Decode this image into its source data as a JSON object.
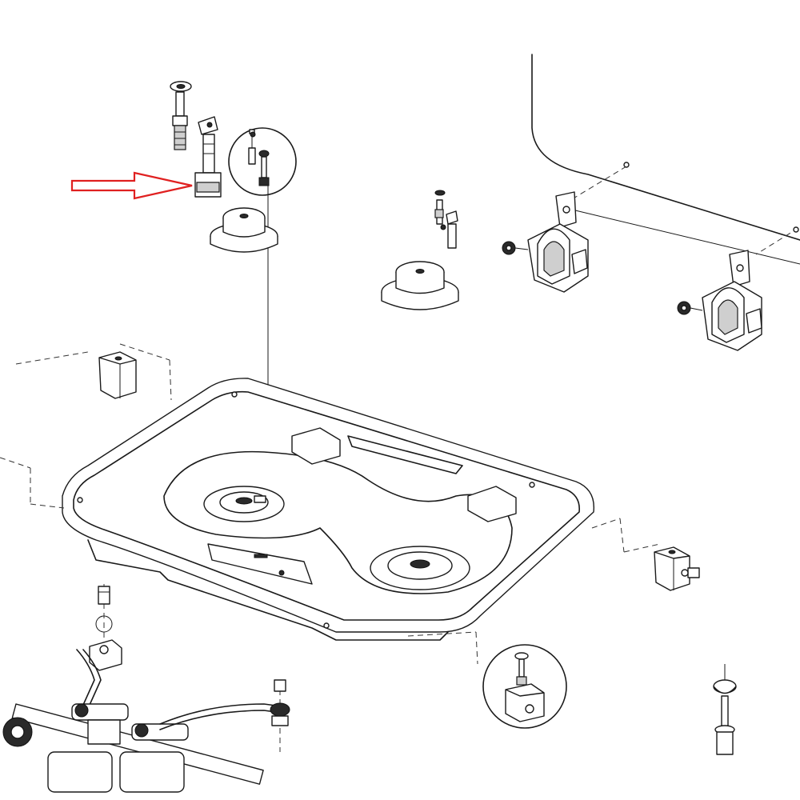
{
  "diagram": {
    "highlight_color": "#e02020",
    "line_color": "#1a1a1a",
    "background_color": "#ffffff",
    "parts": [
      {
        "name": "ignition-electrode-left"
      },
      {
        "name": "thermocouple-left-highlighted"
      },
      {
        "name": "burner-cap-left"
      },
      {
        "name": "burner-cap-right"
      },
      {
        "name": "electrode-right"
      },
      {
        "name": "lid-hinge-left"
      },
      {
        "name": "lid-hinge-right"
      },
      {
        "name": "hob-tray"
      },
      {
        "name": "clip-left"
      },
      {
        "name": "clip-right"
      },
      {
        "name": "gas-valve-assembly"
      },
      {
        "name": "knob-bracket"
      },
      {
        "name": "pan-support-foot"
      }
    ]
  }
}
